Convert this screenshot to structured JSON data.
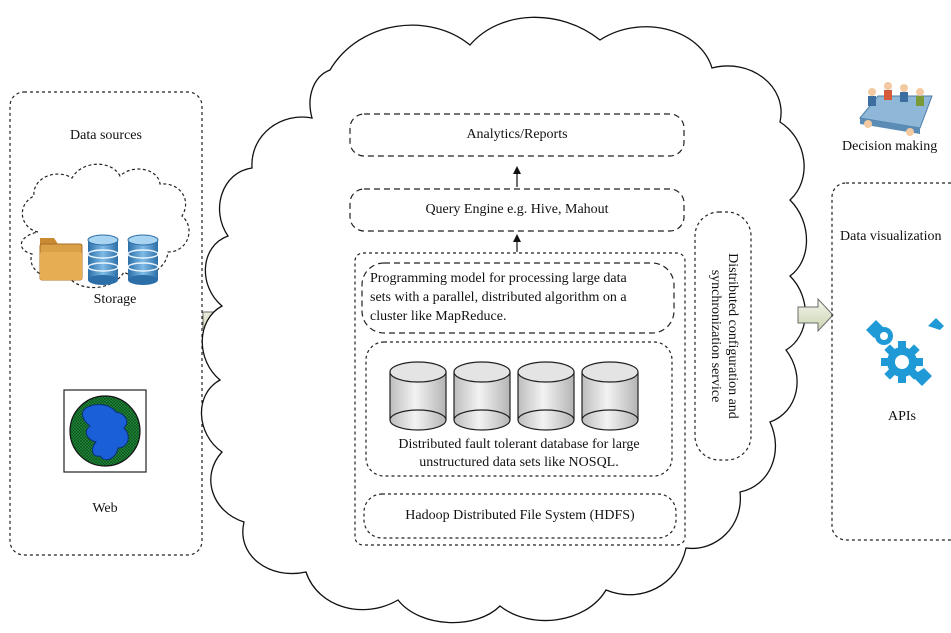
{
  "data_sources": {
    "title": "Data sources",
    "storage_label": "Storage",
    "web_label": "Web"
  },
  "cloud": {
    "analytics": "Analytics/Reports",
    "query_engine": "Query Engine e.g. Hive, Mahout",
    "programming_model": [
      "Programming model for processing large data",
      "sets with a parallel, distributed algorithm on a",
      "cluster like MapReduce."
    ],
    "database": [
      "Distributed fault tolerant database for large",
      "unstructured  data sets like NOSQL."
    ],
    "hdfs": "Hadoop Distributed File System (HDFS)",
    "config_service": [
      "Distributed configuration and",
      "synchronization service"
    ]
  },
  "outputs": {
    "decision_making": "Decision making",
    "data_visualization": "Data visualization",
    "apis": "APIs"
  },
  "colors": {
    "folder": "#d9a046",
    "db_blue": "#3a86c2",
    "globe_land": "#1a5fd8",
    "globe_sea": "#1f8a3a",
    "gear": "#1f9ad6",
    "arrow_fill": "#e6ecd6"
  }
}
